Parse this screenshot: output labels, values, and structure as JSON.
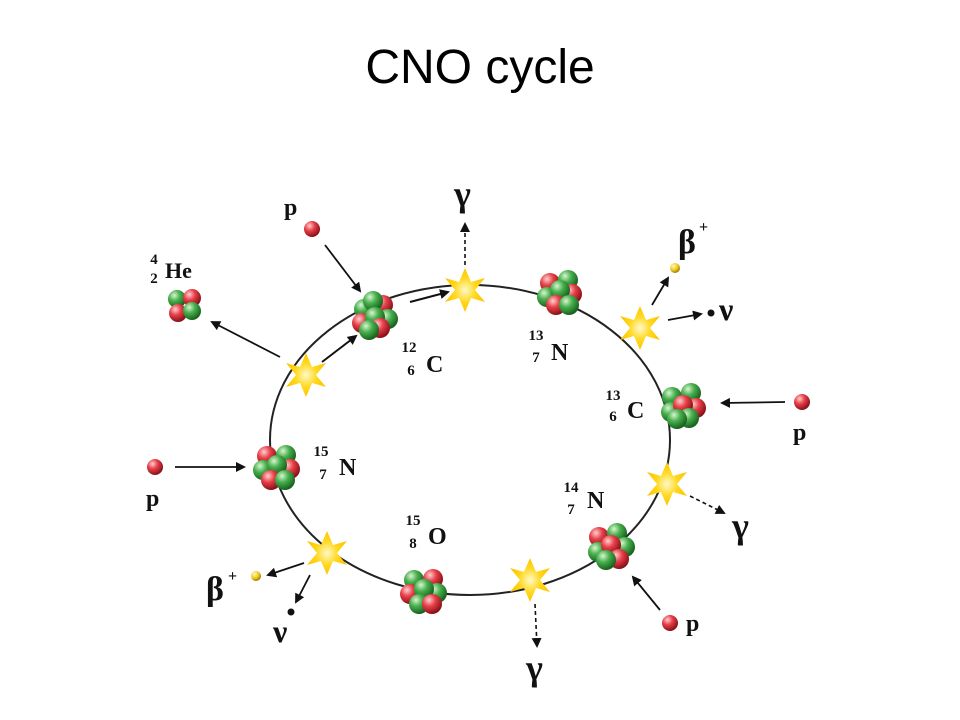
{
  "title": "CNO cycle",
  "nuclei": {
    "c12": {
      "mass": "12",
      "charge": "6",
      "symbol": "C"
    },
    "n13": {
      "mass": "13",
      "charge": "7",
      "symbol": "N"
    },
    "c13": {
      "mass": "13",
      "charge": "6",
      "symbol": "C"
    },
    "n14": {
      "mass": "14",
      "charge": "7",
      "symbol": "N"
    },
    "o15": {
      "mass": "15",
      "charge": "8",
      "symbol": "O"
    },
    "n15": {
      "mass": "15",
      "charge": "7",
      "symbol": "N"
    },
    "he4": {
      "mass": "4",
      "charge": "2",
      "symbol": "He"
    }
  },
  "labels": {
    "proton": "p",
    "gamma": "γ",
    "beta": "β",
    "beta_sup": "+",
    "neutrino": "ν"
  },
  "colors": {
    "proton": "#e0303a",
    "neutron": "#3ea84a",
    "flash": "#ffd21a",
    "positron": "#f2d21e",
    "loop": "#222222"
  }
}
